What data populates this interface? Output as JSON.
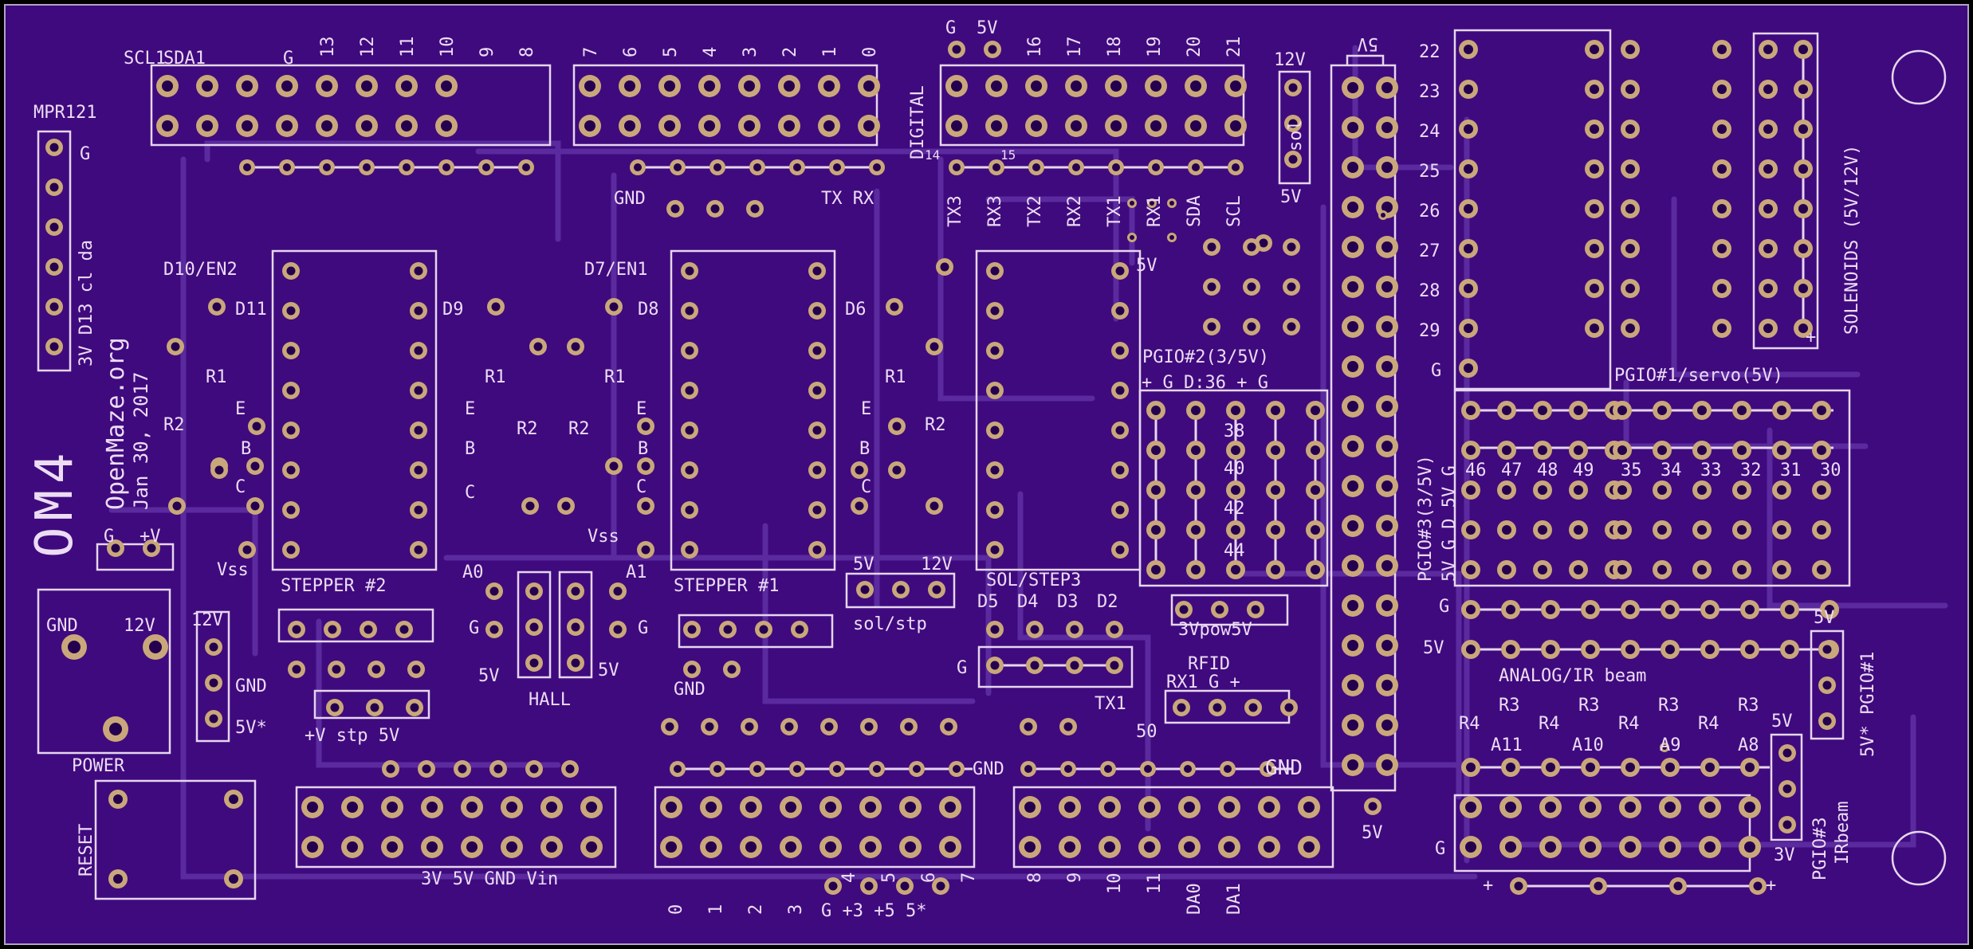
{
  "board": {
    "colors": {
      "substrate": "#3f0a7e",
      "trace": "#5a2a9e",
      "silk": "#e6d6ef",
      "pad": "#c9a77a",
      "hole": "#24004f",
      "edge": "#b0a3c5"
    },
    "title": "OM4",
    "org": "OpenMaze.org",
    "date": "Jan 30, 2017",
    "labels": {
      "mpr121": "MPR121",
      "mpr_g": "G",
      "mpr_pins": "3V D13 cl da",
      "scl1": "SCL1",
      "sda1": "SDA1",
      "top_g": "G",
      "h13": "13",
      "h12": "12",
      "h11": "11",
      "h10": "10",
      "h9": "9",
      "h8": "8",
      "h7": "7",
      "h6": "6",
      "h5": "5",
      "h4": "4",
      "h3": "3",
      "h2": "2",
      "h1": "1",
      "h0": "0",
      "dig_g": "G",
      "dig_5v": "5V",
      "digital": "DIGITAL",
      "h16": "16",
      "h17": "17",
      "h18": "18",
      "h19": "19",
      "h20": "20",
      "h21": "21",
      "sol12": "12V",
      "sol": "sol",
      "sol5": "5V",
      "top5v": "5V",
      "n14": "14",
      "n15": "15",
      "gnd_top": "GND",
      "txrx": "TX RX",
      "tx3": "TX3",
      "rx3": "RX3",
      "tx2": "TX2",
      "rx2": "RX2",
      "tx1": "TX1",
      "rx1": "RX1",
      "sda": "SDA",
      "scl": "SCL",
      "d10en2": "D10/EN2",
      "d11": "D11",
      "d9": "D9",
      "d7en1": "D7/EN1",
      "d8": "D8",
      "d6": "D6",
      "r1a": "R1",
      "r2a": "R2",
      "ea": "E",
      "ba": "B",
      "ca": "C",
      "r1b": "R1",
      "r2b": "R2",
      "eb": "E",
      "bb": "B",
      "cb": "C",
      "r1c": "R1",
      "r2c": "R2",
      "ec": "E",
      "bc": "B",
      "cc": "C",
      "r1d": "R1",
      "r2d": "R2",
      "ed": "E",
      "bd": "B",
      "cd": "C",
      "vss1": "Vss",
      "vss2": "Vss",
      "stepper2": "STEPPER #2",
      "stepper1": "STEPPER #1",
      "solstep3": "SOL/STEP3",
      "a0": "A0",
      "a1": "A1",
      "g_a0": "G",
      "g_a1": "G",
      "hall5a": "5V",
      "hall5b": "5V",
      "hall": "HALL",
      "solstp5": "5V",
      "solstp12": "12V",
      "solstp": "sol/stp",
      "d5": "D5",
      "d4": "D4",
      "d3": "D3",
      "d2": "D2",
      "g_d": "G",
      "pgio2": "PGIO#2(3/5V)",
      "pgio2_sig": "+  G D:36 +  G",
      "p38": "38",
      "p40": "40",
      "p42": "42",
      "p44": "44",
      "pow": "3Vpow5V",
      "rfid": "RFID",
      "rfid_pins": "RX1 G  +",
      "tx1b": "TX1",
      "n50": "50",
      "gnd_mid": "GND",
      "gnd_right": "GND",
      "gnd_left": "GND",
      "gnd_pw": "GND",
      "v12_pw": "12V",
      "power": "POWER",
      "v12b": "12V",
      "gndb": "GND",
      "v5s": "5V*",
      "gv_g": "G",
      "gv_v": "+V",
      "stp_pins": "+V  stp  5V",
      "reset": "RESET",
      "bot_lbl": "3V 5V  GND Vin",
      "b0": "0",
      "b1": "1",
      "b2": "2",
      "b3": "3",
      "b4": "4",
      "b5": "5",
      "b6": "6",
      "b7": "7",
      "b8": "8",
      "b9": "9",
      "b10": "10",
      "b11": "11",
      "da0": "DA0",
      "da1": "DA1",
      "bot_pwr": "G +3 +5 5*",
      "v5_arrow": "5V",
      "r22": "22",
      "r23": "23",
      "r24": "24",
      "r25": "25",
      "r26": "26",
      "r27": "27",
      "r28": "28",
      "r29": "29",
      "rg": "G",
      "solenoids": "SOLENOIDS (5V/12V)",
      "plus": "+",
      "pgio1servo": "PGIO#1/servo(5V)",
      "pgio3": "PGIO#3(3/5V)",
      "pgio3_sig": "5V G  D 5V G",
      "c46": "46",
      "c47": "47",
      "c48": "48",
      "c49": "49",
      "c35": "35",
      "c34": "34",
      "c33": "33",
      "c32": "32",
      "c31": "31",
      "c30": "30",
      "ana_g": "G",
      "ana_5v": "5V",
      "analog": "ANALOG/IR beam",
      "rr3a": "R3",
      "rr3b": "R3",
      "rr3c": "R3",
      "rr3d": "R3",
      "rr4a": "R4",
      "rr4b": "R4",
      "rr4c": "R4",
      "rr4d": "R4",
      "a11": "A11",
      "a10": "A10",
      "a9": "A9",
      "a8": "A8",
      "v5r": "5V",
      "v3r": "3V",
      "pgio3ir": "PGIO#3",
      "irbeam": "IRbeam",
      "pgio1v": "5V* PGIO#1",
      "v5top": "5V",
      "gbot": "G",
      "v5bot": "5V",
      "plusbot": "+",
      "plusbot2": "+"
    }
  }
}
